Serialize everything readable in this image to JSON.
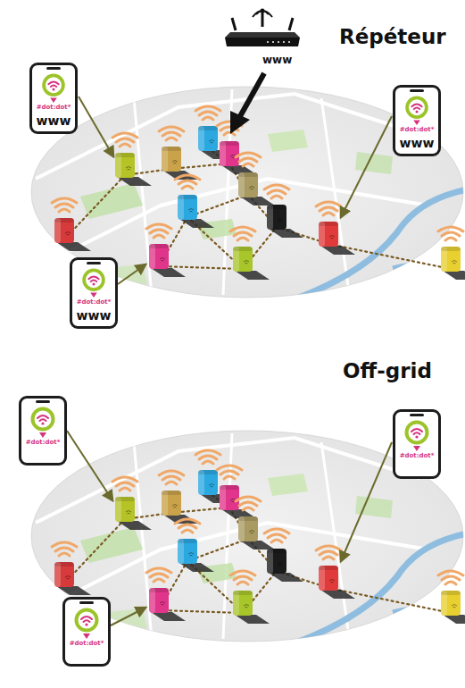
{
  "diagram": {
    "nodes": [
      {
        "text": [
          "www"
        ]
      },
      {
        "text": [
          "#dot:dot*",
          "www"
        ]
      },
      {
        "text": [
          "#dot:dot*",
          "www"
        ]
      },
      {
        "text": [
          "#dot:dot*",
          "www"
        ]
      },
      {
        "text": [
          "#dot:dot*"
        ]
      },
      {
        "text": [
          "#dot:dot*"
        ]
      },
      {
        "text": [
          "#dot:dot*"
        ]
      }
    ],
    "labels": [
      "Répéteur",
      "Off-grid"
    ]
  }
}
